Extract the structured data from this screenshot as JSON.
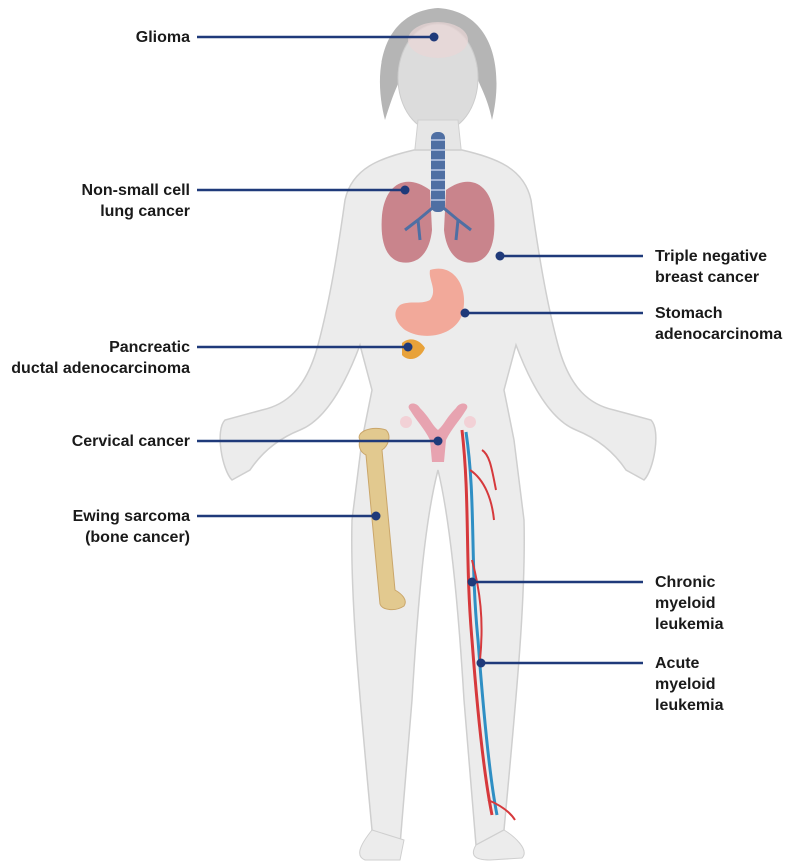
{
  "colors": {
    "leader": "#1f3a7a",
    "body_fill": "#ececec",
    "body_stroke": "#cfcfcf",
    "hair": "#b3b3b3",
    "lung": "#c9848c",
    "trachea": "#4f6fa3",
    "stomach": "#f2a99a",
    "pancreas": "#e8a23a",
    "uterus": "#e7a3b0",
    "bone": "#e2c98f",
    "artery": "#d6393c",
    "vein": "#2f8fc4"
  },
  "labels": {
    "glioma": [
      "Glioma"
    ],
    "nsclc": [
      "Non-small cell",
      "lung cancer"
    ],
    "tnbc": [
      "Triple negative",
      "breast cancer"
    ],
    "stomach": [
      "Stomach",
      "adenocarcinoma"
    ],
    "pdac": [
      "Pancreatic",
      "ductal adenocarcinoma"
    ],
    "cervical": [
      "Cervical cancer"
    ],
    "ewing": [
      "Ewing sarcoma",
      "(bone cancer)"
    ],
    "cml": [
      "Chronic",
      "myeloid",
      "leukemia"
    ],
    "aml": [
      "Acute",
      "myeloid",
      "leukemia"
    ]
  }
}
